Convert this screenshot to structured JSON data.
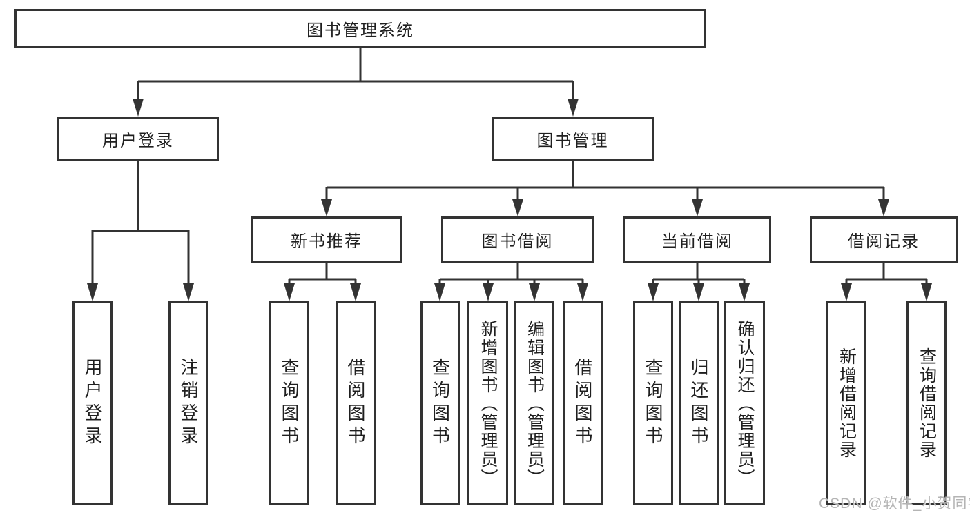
{
  "diagram": {
    "title": "图书管理系统",
    "root": {
      "label": "图书管理系统"
    },
    "level2": [
      {
        "label": "用户登录"
      },
      {
        "label": "图书管理"
      }
    ],
    "level3": [
      {
        "label": "新书推荐"
      },
      {
        "label": "图书借阅"
      },
      {
        "label": "当前借阅"
      },
      {
        "label": "借阅记录"
      }
    ],
    "leaves": {
      "user_login": [
        "用户登录",
        "注销登录"
      ],
      "new_books": [
        "查询图书",
        "借阅图书"
      ],
      "book_borrow": [
        "查询图书",
        "新增图书（管理员）",
        "编辑图书（管理员）",
        "借阅图书"
      ],
      "current_borrow": [
        "查询图书",
        "归还图书",
        "确认归还（管理员）"
      ],
      "borrow_records": [
        "新增借阅记录",
        "查询借阅记录"
      ]
    }
  },
  "watermark": {
    "text": "CSDN @软件_小贺同学"
  },
  "colors": {
    "line": "#333333",
    "text": "#1f1f1f",
    "box_bg": "#ffffff",
    "watermark": "#b4b4b4"
  }
}
